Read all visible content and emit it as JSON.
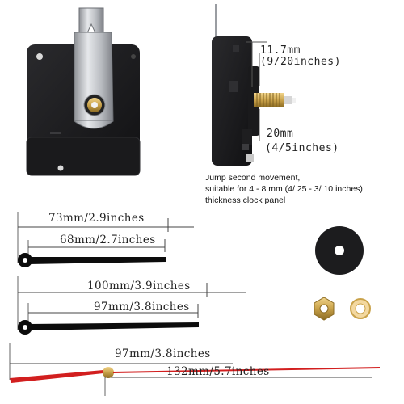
{
  "side_view": {
    "shaft_length": "11.7mm",
    "shaft_length_inches": "(9/20inches)",
    "thread_length": "20mm",
    "thread_length_inches": "(4/5inches)"
  },
  "description": {
    "line1": "Jump second movement,",
    "line2": "suitable for 4 - 8 mm (4/ 25 - 3/ 10 inches)",
    "line3": "thickness clock panel"
  },
  "hands": {
    "hour_set": {
      "minute_label": "73mm/2.9inches",
      "hour_label": "68mm/2.7inches"
    },
    "mid_set": {
      "minute_label": "100mm/3.9inches",
      "hour_label": "97mm/3.8inches"
    },
    "second_set": {
      "tail_label": "97mm/3.8inches",
      "second_label": "132mm/5.7inches"
    }
  },
  "colors": {
    "movement_body": "#1b1b1d",
    "hanger_metal": "#c9cbcf",
    "brass": "#c9a24a",
    "second_hand": "#d21f1f",
    "hands": "#0c0c0c"
  }
}
